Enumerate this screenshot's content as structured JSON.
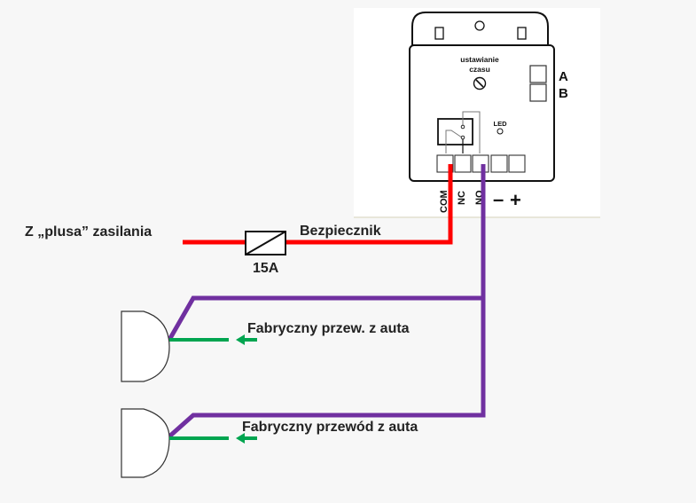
{
  "device": {
    "timer_label_line1": "ustawianie",
    "timer_label_line2": "czasu",
    "led_label": "LED",
    "switch_a_label": "A",
    "switch_b_label": "B",
    "terminals": [
      "COM",
      "NC",
      "NO",
      "–",
      "+"
    ]
  },
  "labels": {
    "power_source": "Z „plusa” zasilania",
    "fuse": "Bezpiecznik",
    "fuse_rating": "15A",
    "factory_wire_1": "Fabryczny przew. z auta",
    "factory_wire_2": "Fabryczny przewód z auta"
  },
  "colors": {
    "positive_wire": "#ff0000",
    "output_wire": "#7030a0",
    "factory_wire": "#00a550",
    "background": "#f7f7f7",
    "panel": "#ffffff"
  }
}
